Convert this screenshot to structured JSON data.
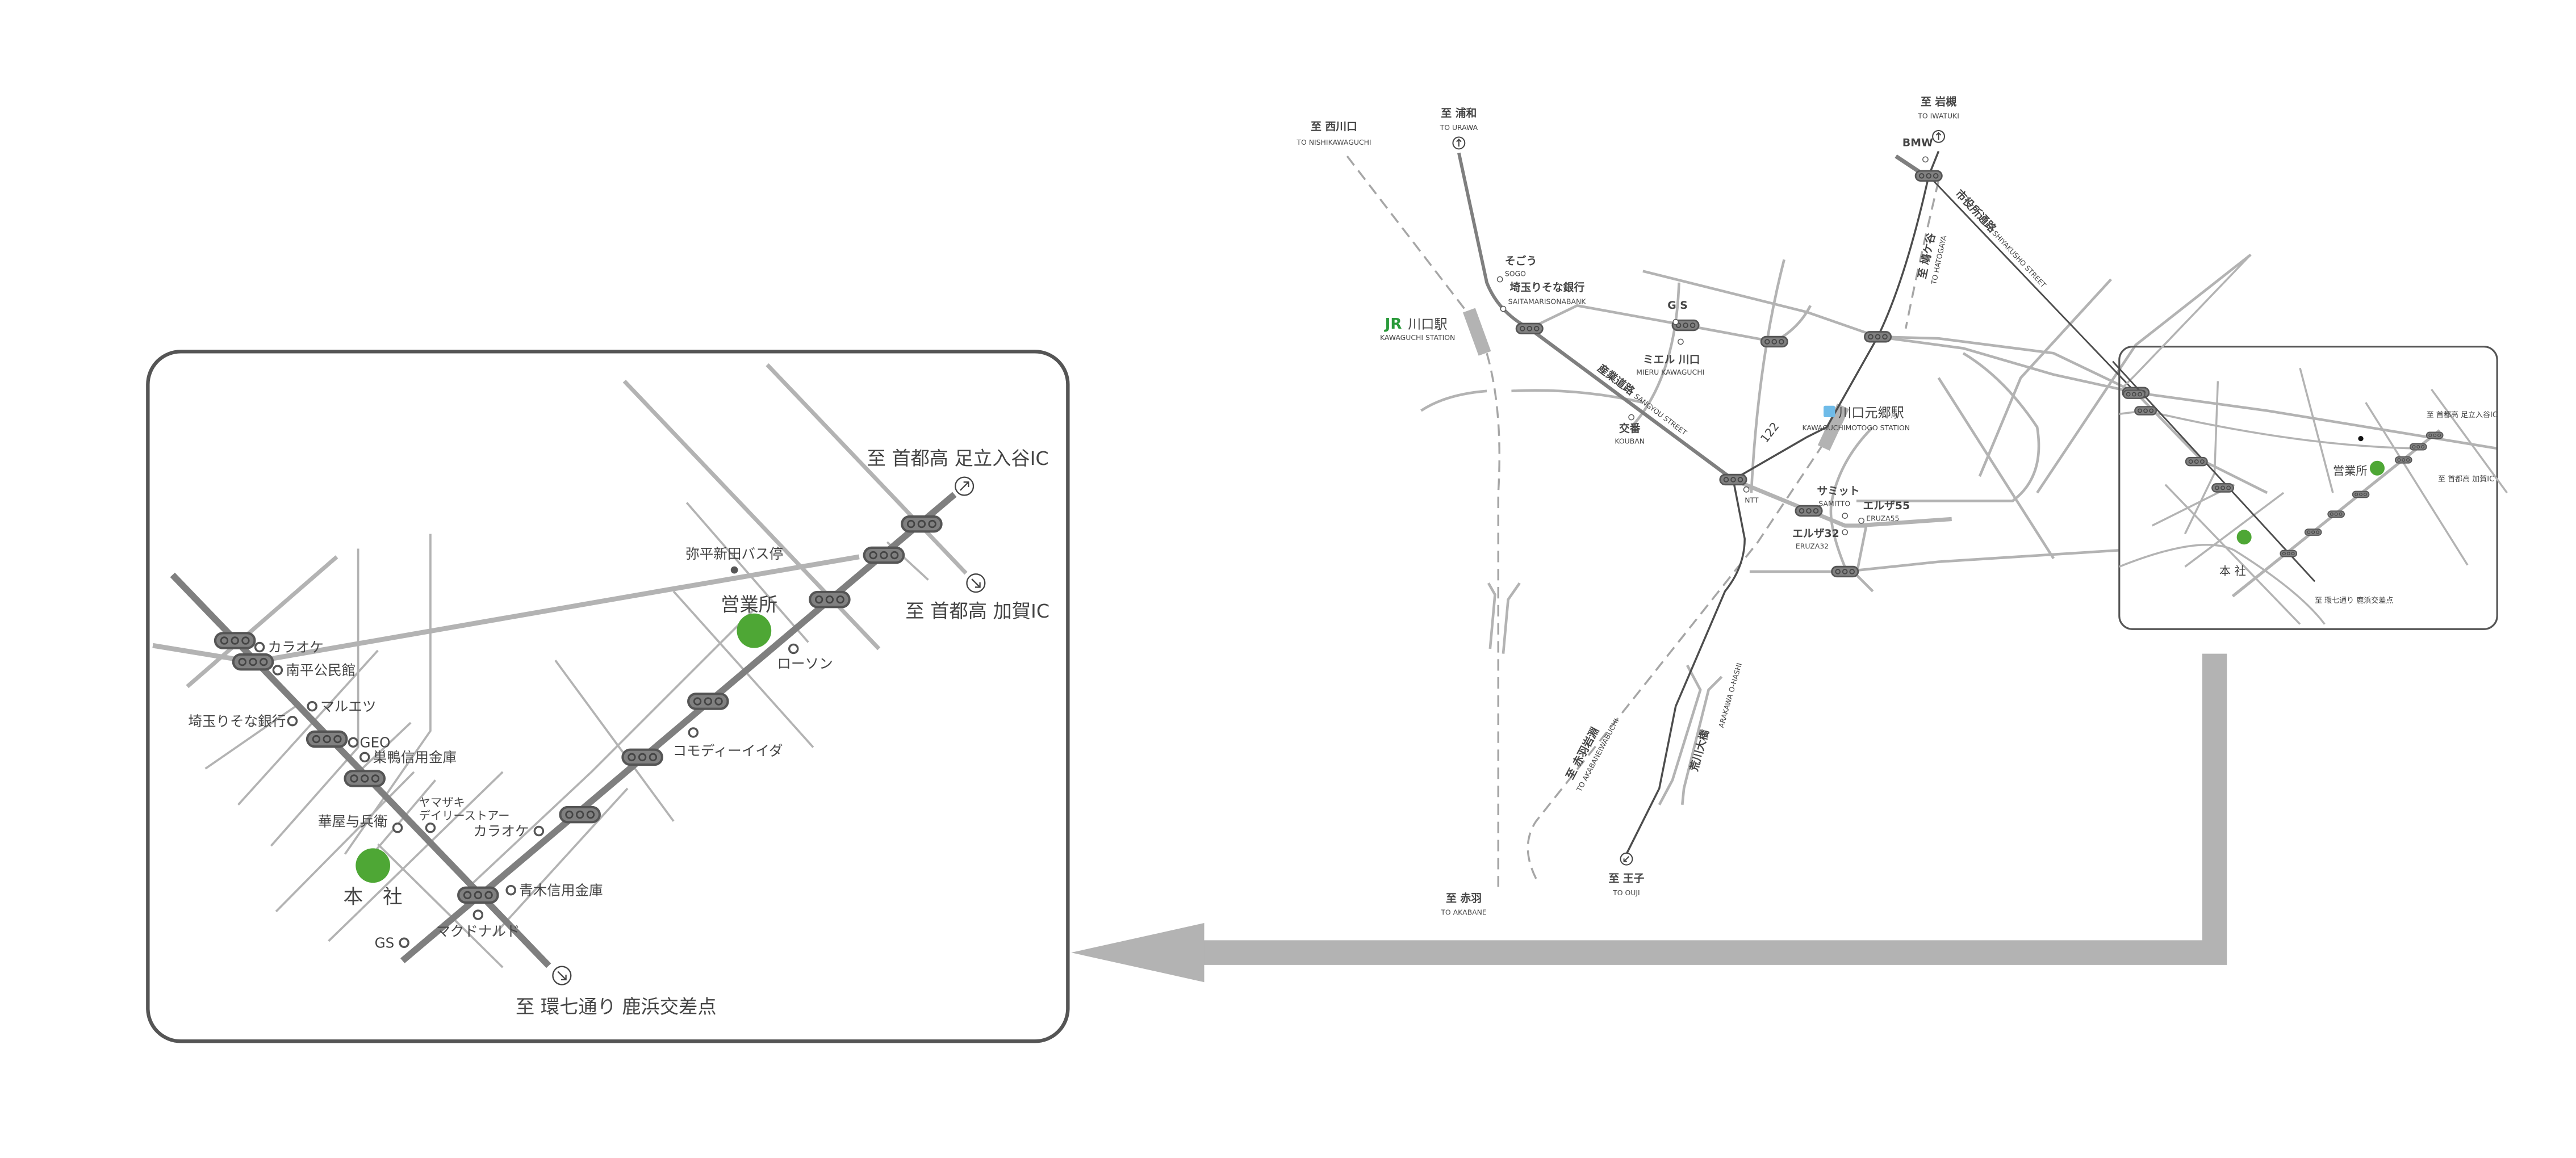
{
  "colors": {
    "road_light": "#b3b3b3",
    "road_main": "#7f7f7f",
    "road_dark": "#4d4d4d",
    "office_dot": "#4ea735",
    "jr_green": "#2a9a3a",
    "metro_blue": "#6fbbe8",
    "arrow": "#b3b3b3",
    "frame": "#555555"
  },
  "main_map": {
    "to_nishikawaguchi": {
      "jp": "至 西川口",
      "en": "TO NISHIKAWAGUCHI"
    },
    "to_urawa": {
      "jp": "至 浦和",
      "en": "TO URAWA"
    },
    "to_iwatuki": {
      "jp": "至 岩槻",
      "en": "TO IWATUKI"
    },
    "bmw": "BMW",
    "to_hatogaya": {
      "jp": "至 鳩ケ谷",
      "en": "TO HATOGAYA"
    },
    "shiyakusho": {
      "jp": "市役所通路",
      "en": "SHIYAKUSHO STREET"
    },
    "sogo": {
      "jp": "そごう",
      "en": "SOGO"
    },
    "resona": {
      "jp": "埼玉りそな銀行",
      "en": "SAITAMARISONABANK"
    },
    "gs": "G S",
    "mieru": {
      "jp": "ミエル 川口",
      "en": "MIERU KAWAGUCHI"
    },
    "jr_station": {
      "logo": "JR",
      "jp": "川口駅",
      "en": "KAWAGUCHI STATION"
    },
    "sangyou": {
      "jp": "産業道路",
      "en": "SANGYOU STREET"
    },
    "kouban": {
      "jp": "交番",
      "en": "KOUBAN"
    },
    "route_122": "122",
    "motogo_station": {
      "jp": "川口元郷駅",
      "en": "KAWAGUCHIMOTOGO STATION"
    },
    "ntt": "NTT",
    "samitto": {
      "jp": "サミット",
      "en": "SAMITTO"
    },
    "eruza55": {
      "jp": "エルザ55",
      "en": "ERUZA55"
    },
    "eruza32": {
      "jp": "エルザ32",
      "en": "ERUZA32"
    },
    "to_akabaneiwabuchi": {
      "jp": "至 赤羽岩淵",
      "en": "TO AKABANEIWABUCHI"
    },
    "arakawa": {
      "jp": "荒川大橋",
      "en": "ARAKAWA O-HASHI"
    },
    "to_ouji": {
      "jp": "至 王子",
      "en": "TO OUJI"
    },
    "to_akabane": {
      "jp": "至 赤羽",
      "en": "TO AKABANE"
    }
  },
  "small_inset": {
    "office": "営業所",
    "head_office": "本 社",
    "to_adachi_iriya": "至 首都高 足立入谷IC",
    "to_kaga": "至 首都高 加賀IC",
    "to_kannana": "至 環七通り 鹿浜交差点"
  },
  "detail_inset": {
    "office": "営業所",
    "head_office": "本　社",
    "to_adachi_iriya": "至 首都高 足立入谷IC",
    "to_kaga": "至 首都高 加賀IC",
    "to_kannana": "至 環七通り 鹿浜交差点",
    "bus_stop": "弥平新田バス停",
    "pois": {
      "karaoke1": "カラオケ",
      "minamidaira": "南平公民館",
      "maruetsu": "マルエツ",
      "resona": "埼玉りそな銀行",
      "geo": "GEO",
      "sugamo": "巣鴨信用金庫",
      "yamazaki1": "ヤマザキ",
      "yamazaki2": "デイリーストアー",
      "hanaya": "華屋与兵衛",
      "karaoke2": "カラオケ",
      "aoki": "青木信用金庫",
      "mcdonalds": "マクドナルド",
      "gs": "GS",
      "lawson": "ローソン",
      "commodi": "コモディーイイダ"
    }
  }
}
